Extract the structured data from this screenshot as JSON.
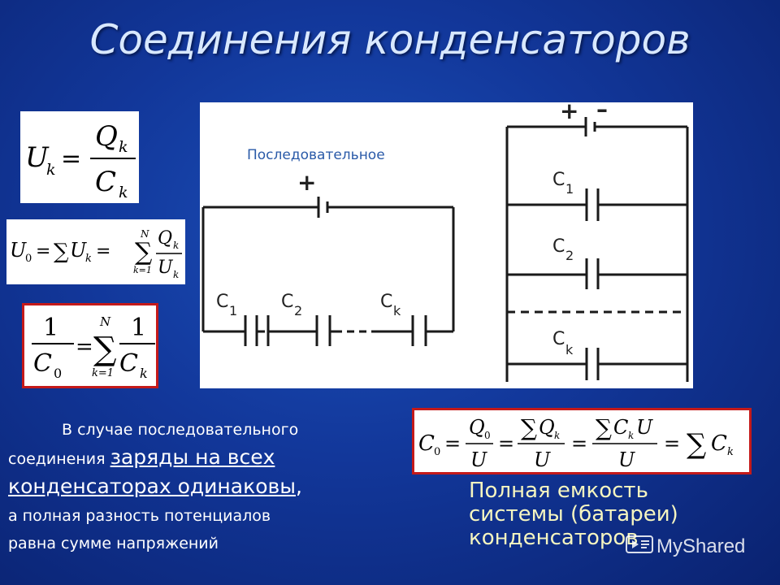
{
  "title": "Соединения конденсаторов",
  "circuit": {
    "series_label": "Последовательное",
    "plus": "+",
    "minus": "–",
    "capacitors_series": [
      {
        "letter": "C",
        "sub": "1"
      },
      {
        "letter": "C",
        "sub": "2"
      },
      {
        "letter": "C",
        "sub": "k"
      }
    ],
    "capacitors_parallel": [
      {
        "letter": "C",
        "sub": "1"
      },
      {
        "letter": "C",
        "sub": "2"
      },
      {
        "letter": "C",
        "sub": "k"
      }
    ]
  },
  "formulas": {
    "f1": {
      "U": "U",
      "k": "k",
      "Q": "Q",
      "C": "C"
    },
    "f2": {
      "U": "U",
      "zero": "0",
      "sum": "∑",
      "k": "k",
      "N": "N",
      "kfrom": "k=1",
      "Q": "Q"
    },
    "f3": {
      "one": "1",
      "C": "C",
      "zero": "0",
      "N": "N",
      "sum": "∑",
      "kfrom": "k=1",
      "k": "k"
    },
    "f4": {
      "C": "C",
      "zero": "0",
      "Q": "Q",
      "U": "U",
      "sum": "∑",
      "k": "k"
    }
  },
  "series_text": {
    "line1": "В случае последовательного",
    "line2_a": "соединения ",
    "line2_b": "заряды на всех",
    "line3": "конденсаторах одинаковы",
    "line3_comma": ",",
    "line4": "а полная разность потенциалов",
    "line5": "равна сумме напряжений"
  },
  "capacity_caption": {
    "line1": "Полная емкость",
    "line2": "системы (батареи)",
    "line3": "конденсаторов"
  },
  "watermark": "MyShared",
  "colors": {
    "accent_red": "#c41a1a",
    "caption_yellow": "#f5f5c0",
    "label_blue": "#2a5aa8"
  }
}
